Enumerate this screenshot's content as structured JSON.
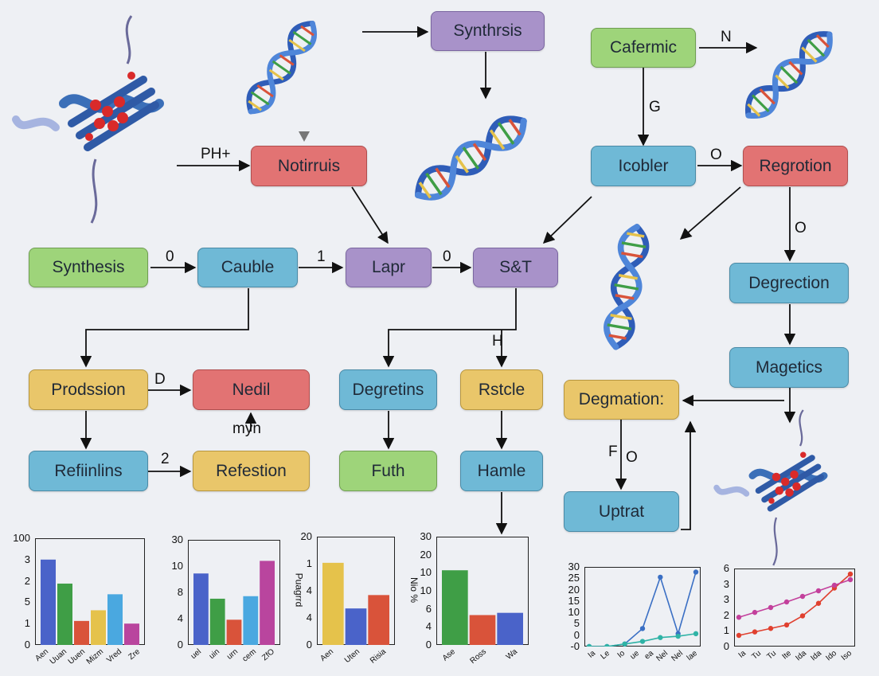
{
  "nodes": {
    "synthrsis": "Synthrsis",
    "cafermic": "Cafermic",
    "notirruis": "Notirruis",
    "icobler": "Icobler",
    "regrotion": "Regrotion",
    "synthesis": "Synthesis",
    "cauble": "Cauble",
    "lapr": "Lapr",
    "s_t": "S&T",
    "degrection": "Degrection",
    "prodssion": "Prodssion",
    "nedil": "Nedil",
    "degretins": "Degretins",
    "rstcle": "Rstcle",
    "magetics": "Magetics",
    "degmation": "Degmation:",
    "refiinlins": "Refiinlins",
    "refestion": "Refestion",
    "futh": "Futh",
    "hamle": "Hamle",
    "uptrat": "Uptrat"
  },
  "edge_labels": {
    "n": "N",
    "g": "G",
    "ph": "PH+",
    "o_icobler": "O",
    "o_regrotion": "O",
    "o_synthesis": "0",
    "one_cauble": "1",
    "zero_lapr": "0",
    "d_prodssion": "D",
    "myn": "myn",
    "h_st": "H",
    "two_refiinlins": "2",
    "f": "F",
    "o_uptrat": "O"
  },
  "chart_data": [
    {
      "type": "bar",
      "yticks": [
        "100",
        "3",
        "2",
        "5",
        "1",
        "0"
      ],
      "xticks": [
        "Aen",
        "Uuan",
        "Uuen",
        "Mizm",
        "Vred",
        "Zre"
      ],
      "values": [
        3.2,
        2.3,
        0.9,
        1.3,
        1.9,
        0.8
      ],
      "ylim": [
        0,
        4
      ],
      "colors": [
        "#4a63c9",
        "#3f9e46",
        "#d9533a",
        "#e5c24b",
        "#4aa8e0",
        "#b9459e"
      ]
    },
    {
      "type": "bar",
      "yticks": [
        "30",
        "10",
        "8",
        "4",
        "0"
      ],
      "xticks": [
        "uel",
        "uin",
        "urn",
        "cem",
        "ZfO"
      ],
      "values": [
        8.5,
        5.5,
        3,
        5.8,
        10
      ],
      "ylim": [
        0,
        12.5
      ],
      "colors": [
        "#4a63c9",
        "#3f9e46",
        "#d9533a",
        "#4aa8e0",
        "#b9459e"
      ]
    },
    {
      "type": "bar",
      "yticks": [
        "20",
        "1",
        "4",
        "4",
        "0"
      ],
      "xticks": [
        "Aen",
        "Uten",
        "Risia"
      ],
      "ylabel": "Puagrrd",
      "values": [
        13.5,
        6,
        8.2
      ],
      "ylim": [
        0,
        17.8
      ],
      "colors": [
        "#e5c24b",
        "#4a63c9",
        "#d9533a"
      ]
    },
    {
      "type": "bar",
      "yticks": [
        "30",
        "20",
        "10",
        "10",
        "6",
        "4",
        "0"
      ],
      "xticks": [
        "Ase",
        "Ross",
        "Wa"
      ],
      "ylabel": "Nio %",
      "values": [
        10,
        4,
        4.3
      ],
      "ylim": [
        0,
        14.5
      ],
      "colors": [
        "#3f9e46",
        "#d9533a",
        "#4a63c9"
      ]
    },
    {
      "type": "line",
      "yticks": [
        "30",
        "25",
        "20",
        "15",
        "10",
        "5",
        "0",
        "-0"
      ],
      "xticks": [
        "Ia",
        "Le",
        "Io",
        "ue",
        "ea",
        "Nel",
        "Nel",
        "lae"
      ],
      "ylim": [
        -1,
        30
      ],
      "series": [
        {
          "values": [
            -1,
            -1,
            0,
            6,
            26,
            4,
            28
          ],
          "color": "#3a6fc4"
        },
        {
          "values": [
            -1,
            -1,
            0,
            1,
            2.5,
            3,
            4
          ],
          "color": "#2fb3a6"
        }
      ]
    },
    {
      "type": "line",
      "yticks": [
        "6",
        "3",
        "3",
        "2",
        "1",
        "0"
      ],
      "xticks": [
        "Ia",
        "Tu",
        "Tu",
        "Ite",
        "Ida",
        "Ida",
        "Ido",
        "Iso"
      ],
      "ylim": [
        0,
        5.6
      ],
      "series": [
        {
          "values": [
            0.8,
            1.05,
            1.3,
            1.55,
            2.2,
            3.1,
            4.2,
            5.2
          ],
          "color": "#e0402f"
        },
        {
          "values": [
            2.1,
            2.45,
            2.8,
            3.2,
            3.6,
            4,
            4.4,
            4.8
          ],
          "color": "#c3409c"
        }
      ]
    }
  ]
}
